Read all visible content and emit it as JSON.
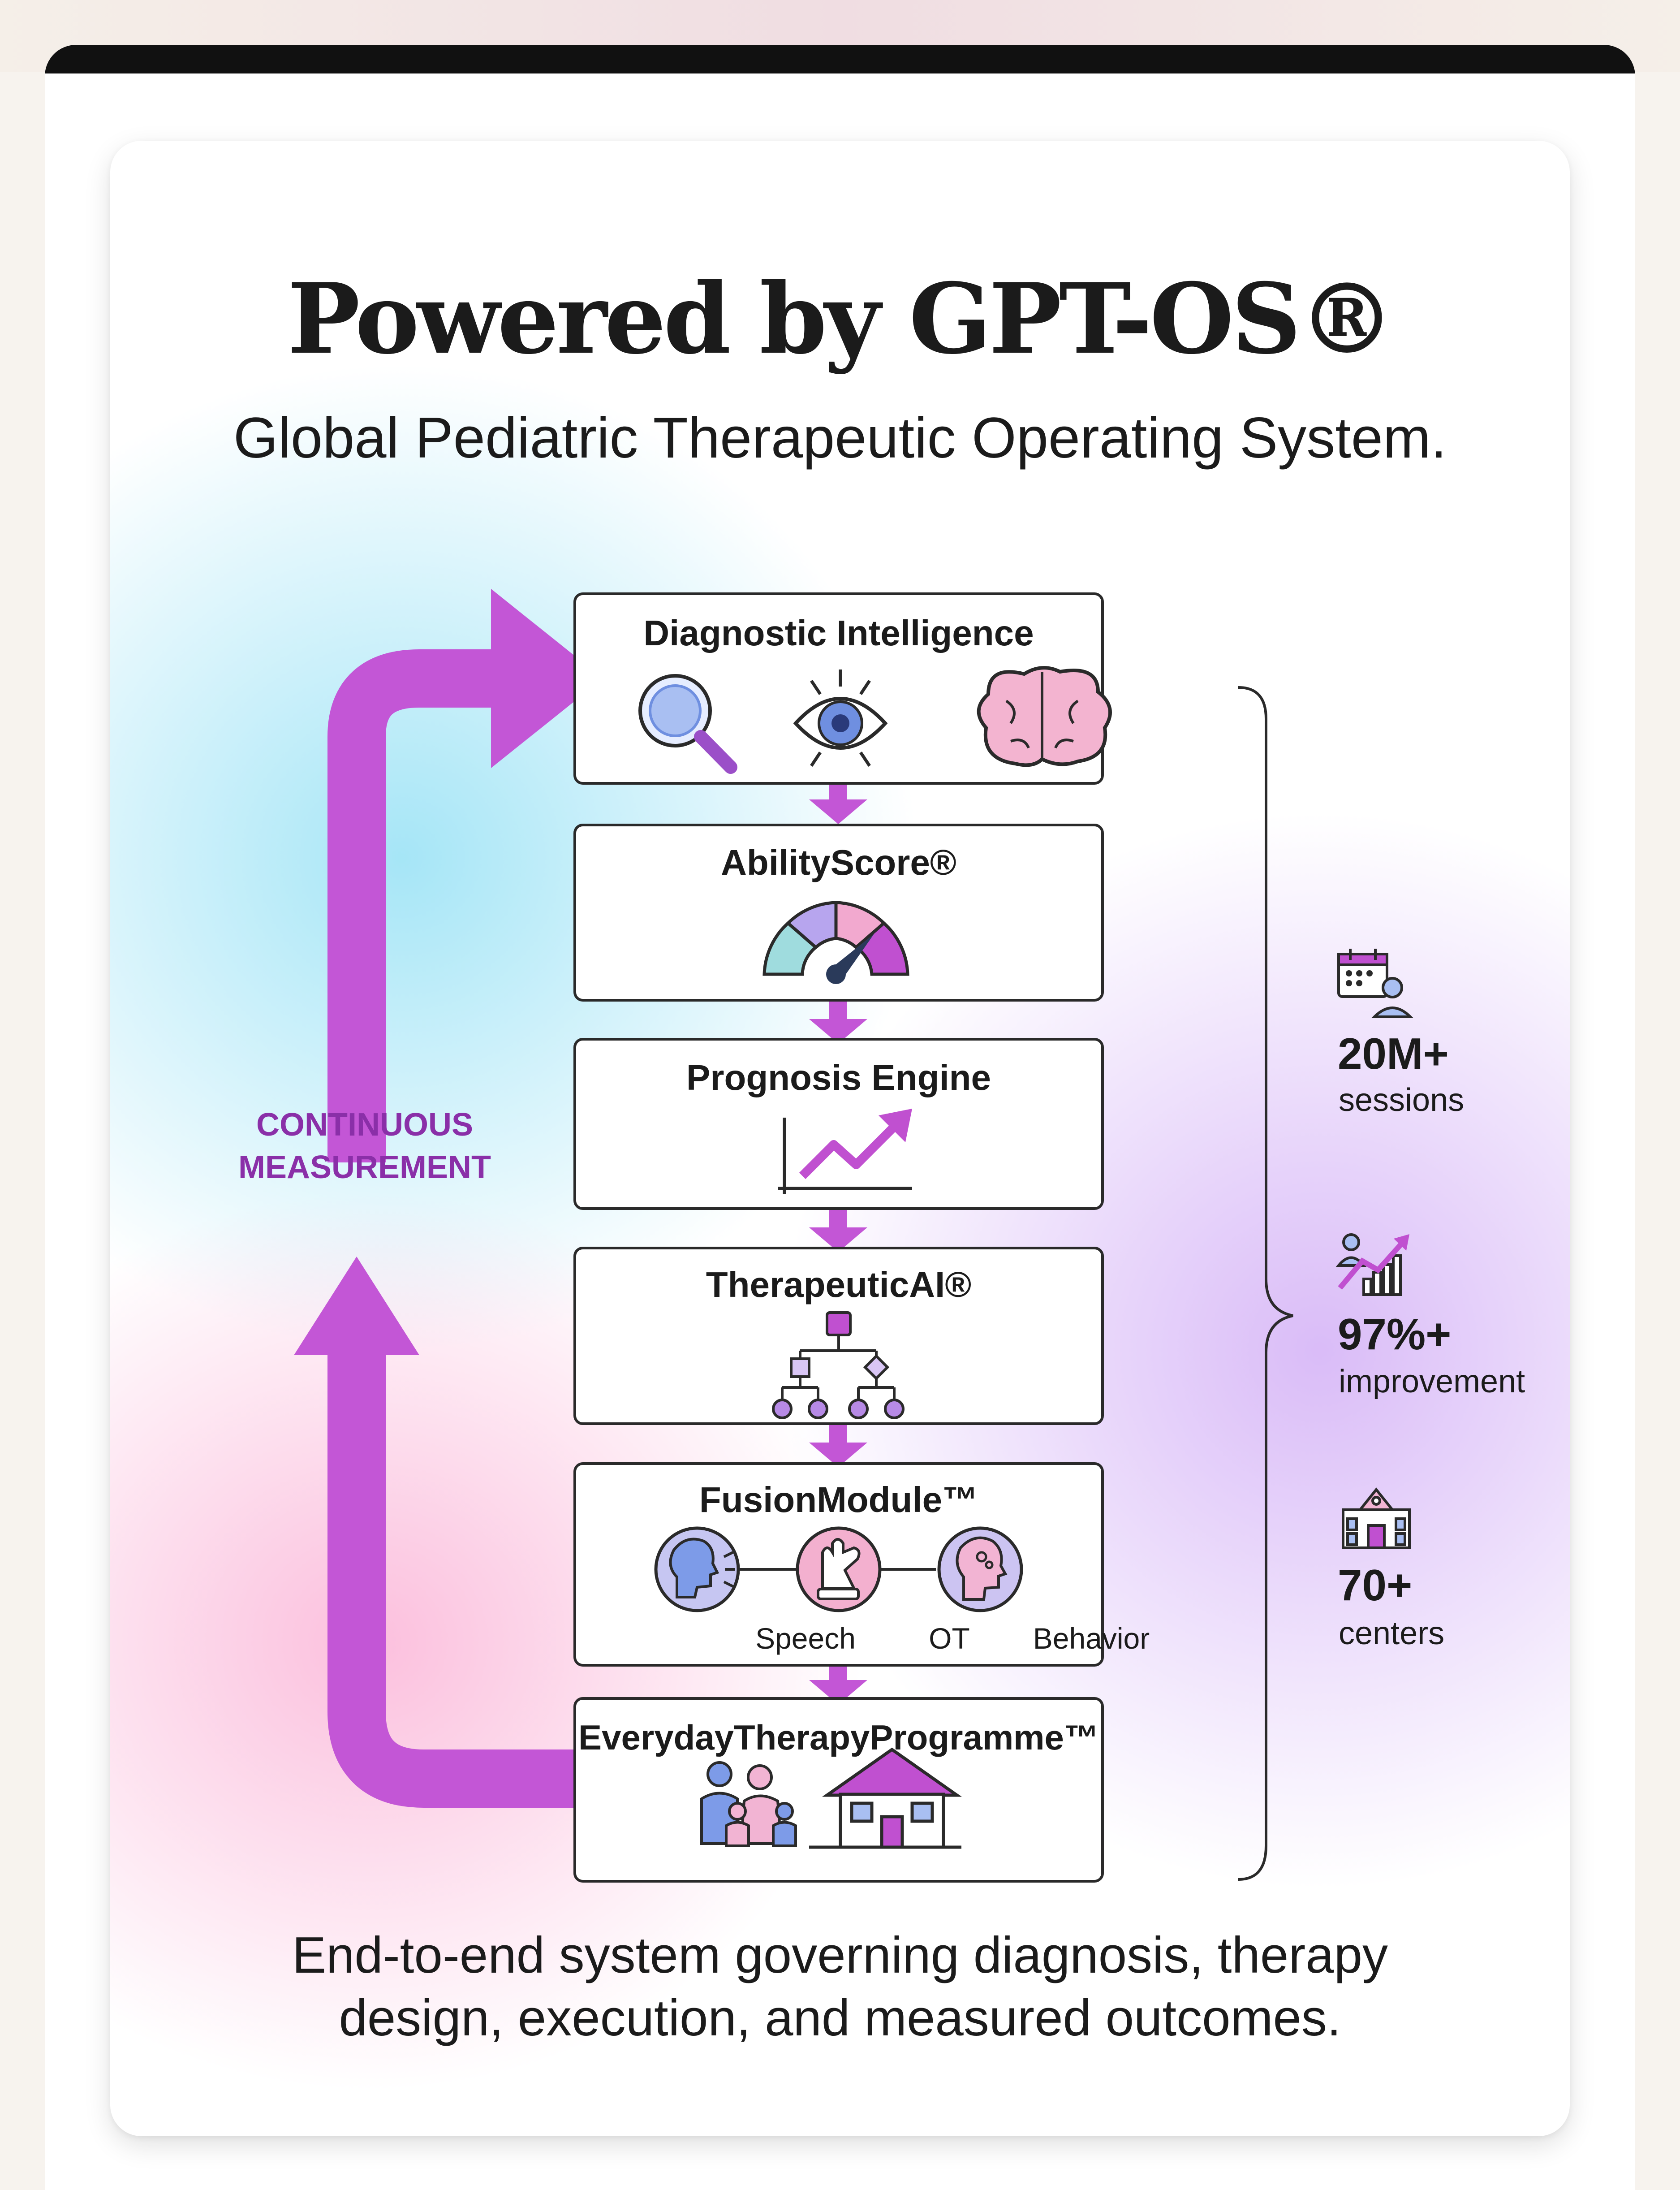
{
  "header": {
    "title": "Powered by GPT-OS®",
    "subtitle": "Global Pediatric Therapeutic Operating System."
  },
  "pipeline": {
    "steps": [
      {
        "label": "Diagnostic Intelligence",
        "icons": [
          "magnifier-icon",
          "eye-icon",
          "brain-icon"
        ]
      },
      {
        "label": "AbilityScore®",
        "icons": [
          "gauge-icon"
        ]
      },
      {
        "label": "Prognosis Engine",
        "icons": [
          "trend-up-icon"
        ]
      },
      {
        "label": "TherapeuticAI®",
        "icons": [
          "decision-tree-icon"
        ]
      },
      {
        "label": "FusionModule™",
        "modules": [
          "Speech",
          "OT",
          "Behavior"
        ],
        "icons": [
          "speech-head-icon",
          "hand-icon",
          "behavior-head-icon"
        ]
      },
      {
        "label": "EverydayTherapyProgramme™",
        "icons": [
          "family-icon",
          "house-icon"
        ]
      }
    ],
    "loop_label_line1": "CONTINUOUS",
    "loop_label_line2": "MEASUREMENT"
  },
  "stats": [
    {
      "value": "20M+",
      "label": "sessions",
      "icon": "calendar-person-icon"
    },
    {
      "value": "97%+",
      "label": "improvement",
      "icon": "growth-chart-icon"
    },
    {
      "value": "70+",
      "label": "centers",
      "icon": "building-icon"
    }
  ],
  "footer": {
    "line1": "End-to-end system governing diagnosis, therapy",
    "line2": "design, execution, and measured outcomes."
  },
  "colors": {
    "accent_purple": "#c050d0",
    "label_purple": "#8a2fa8",
    "text": "#1b1b1b",
    "icon_blue": "#6f8fe0",
    "icon_pink": "#e79ac7"
  }
}
